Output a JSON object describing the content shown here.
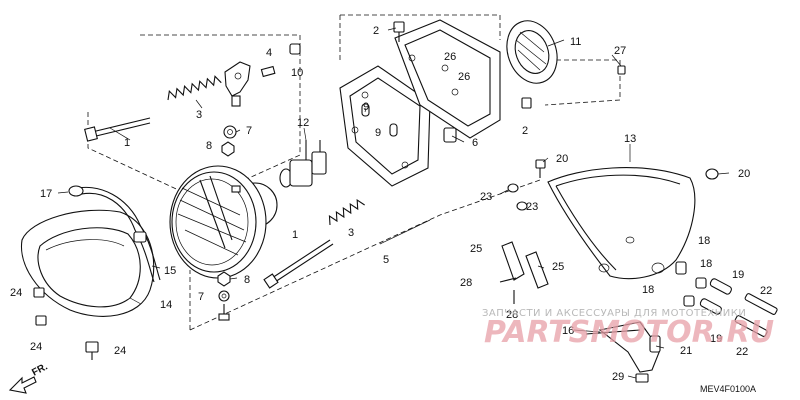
{
  "diagram": {
    "diagram_code": "MEV4F0100A",
    "direction_label": "FR.",
    "callouts": [
      {
        "id": "c1a",
        "text": "1"
      },
      {
        "id": "c1b",
        "text": "1"
      },
      {
        "id": "c2a",
        "text": "2"
      },
      {
        "id": "c2b",
        "text": "2"
      },
      {
        "id": "c3a",
        "text": "3"
      },
      {
        "id": "c3b",
        "text": "3"
      },
      {
        "id": "c4",
        "text": "4"
      },
      {
        "id": "c5",
        "text": "5"
      },
      {
        "id": "c6",
        "text": "6"
      },
      {
        "id": "c7a",
        "text": "7"
      },
      {
        "id": "c7b",
        "text": "7"
      },
      {
        "id": "c8a",
        "text": "8"
      },
      {
        "id": "c8b",
        "text": "8"
      },
      {
        "id": "c9a",
        "text": "9"
      },
      {
        "id": "c9b",
        "text": "9"
      },
      {
        "id": "c10",
        "text": "10"
      },
      {
        "id": "c11",
        "text": "11"
      },
      {
        "id": "c12",
        "text": "12"
      },
      {
        "id": "c13",
        "text": "13"
      },
      {
        "id": "c14",
        "text": "14"
      },
      {
        "id": "c15",
        "text": "15"
      },
      {
        "id": "c16",
        "text": "16"
      },
      {
        "id": "c17",
        "text": "17"
      },
      {
        "id": "c18a",
        "text": "18"
      },
      {
        "id": "c18b",
        "text": "18"
      },
      {
        "id": "c18c",
        "text": "18"
      },
      {
        "id": "c19a",
        "text": "19"
      },
      {
        "id": "c19b",
        "text": "19"
      },
      {
        "id": "c20a",
        "text": "20"
      },
      {
        "id": "c20b",
        "text": "20"
      },
      {
        "id": "c21",
        "text": "21"
      },
      {
        "id": "c22a",
        "text": "22"
      },
      {
        "id": "c22b",
        "text": "22"
      },
      {
        "id": "c23a",
        "text": "23"
      },
      {
        "id": "c23b",
        "text": "23"
      },
      {
        "id": "c24a",
        "text": "24"
      },
      {
        "id": "c24b",
        "text": "24"
      },
      {
        "id": "c24c",
        "text": "24"
      },
      {
        "id": "c25a",
        "text": "25"
      },
      {
        "id": "c25b",
        "text": "25"
      },
      {
        "id": "c26a",
        "text": "26"
      },
      {
        "id": "c26b",
        "text": "26"
      },
      {
        "id": "c27",
        "text": "27"
      },
      {
        "id": "c28a",
        "text": "28"
      },
      {
        "id": "c28b",
        "text": "28"
      },
      {
        "id": "c29",
        "text": "29"
      }
    ]
  },
  "watermark": {
    "tagline": "ЗАПЧАСТИ И АКСЕССУАРЫ ДЛЯ МОТОТЕХНИКИ",
    "logo": "PARTSMOTOR.RU"
  }
}
